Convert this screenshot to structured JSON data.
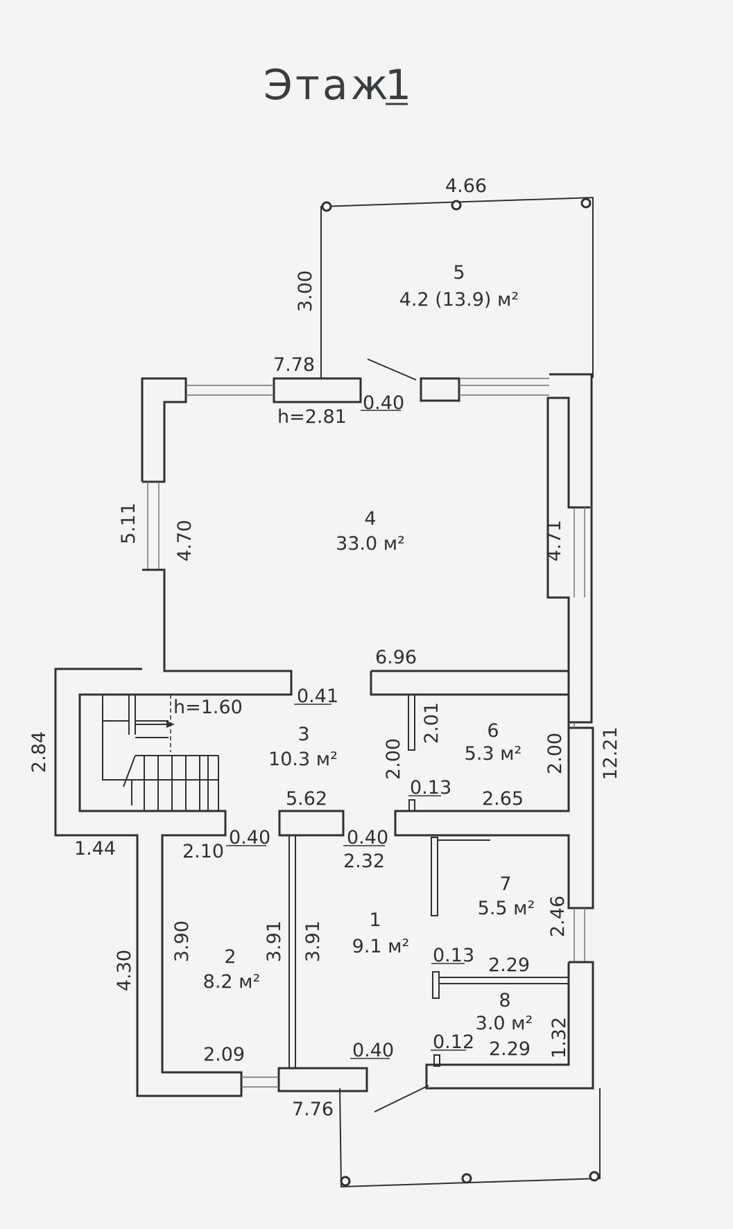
{
  "title": {
    "text": "Этаж",
    "number": "1"
  },
  "rooms": [
    {
      "number": "1",
      "area": "9.1 м²"
    },
    {
      "number": "2",
      "area": "8.2 м²"
    },
    {
      "number": "3",
      "area": "10.3 м²"
    },
    {
      "number": "4",
      "area": "33.0 м²"
    },
    {
      "number": "5",
      "area": "4.2 (13.9) м²"
    },
    {
      "number": "6",
      "area": "5.3 м²"
    },
    {
      "number": "7",
      "area": "5.5 м²"
    },
    {
      "number": "8",
      "area": "3.0 м²"
    }
  ],
  "heights": [
    "h=2.81",
    "h=1.60"
  ],
  "dimensions": [
    "4.66",
    "3.00",
    "7.78",
    "0.40",
    "5.11",
    "4.70",
    "4.71",
    "6.96",
    "0.41",
    "2.84",
    "2.01",
    "2.00",
    "2.00",
    "12.21",
    "0.13",
    "5.62",
    "2.65",
    "1.44",
    "2.10",
    "0.40",
    "0.40",
    "2.32",
    "2.46",
    "4.30",
    "3.90",
    "3.91",
    "3.91",
    "0.13",
    "2.29",
    "1.32",
    "2.09",
    "0.40",
    "0.12",
    "2.29",
    "7.76"
  ]
}
